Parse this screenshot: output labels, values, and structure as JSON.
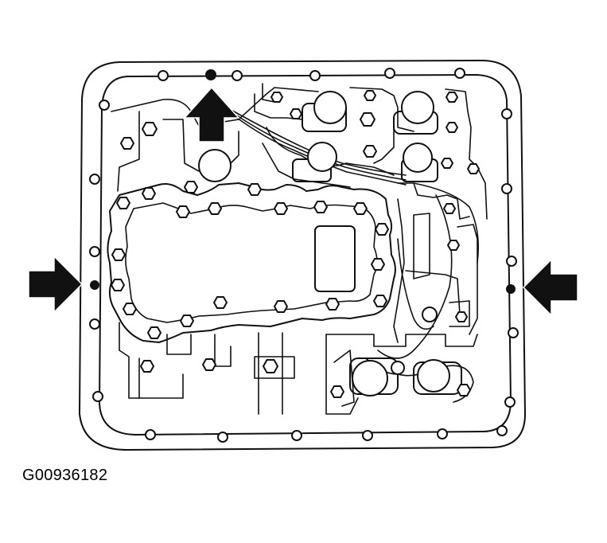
{
  "figure": {
    "code": "G00936182"
  },
  "arrows": [
    {
      "direction": "up",
      "name": "top"
    },
    {
      "direction": "right",
      "name": "left-side"
    },
    {
      "direction": "left",
      "name": "right-side"
    }
  ],
  "colors": {
    "line": "#111111",
    "background": "#ffffff"
  }
}
